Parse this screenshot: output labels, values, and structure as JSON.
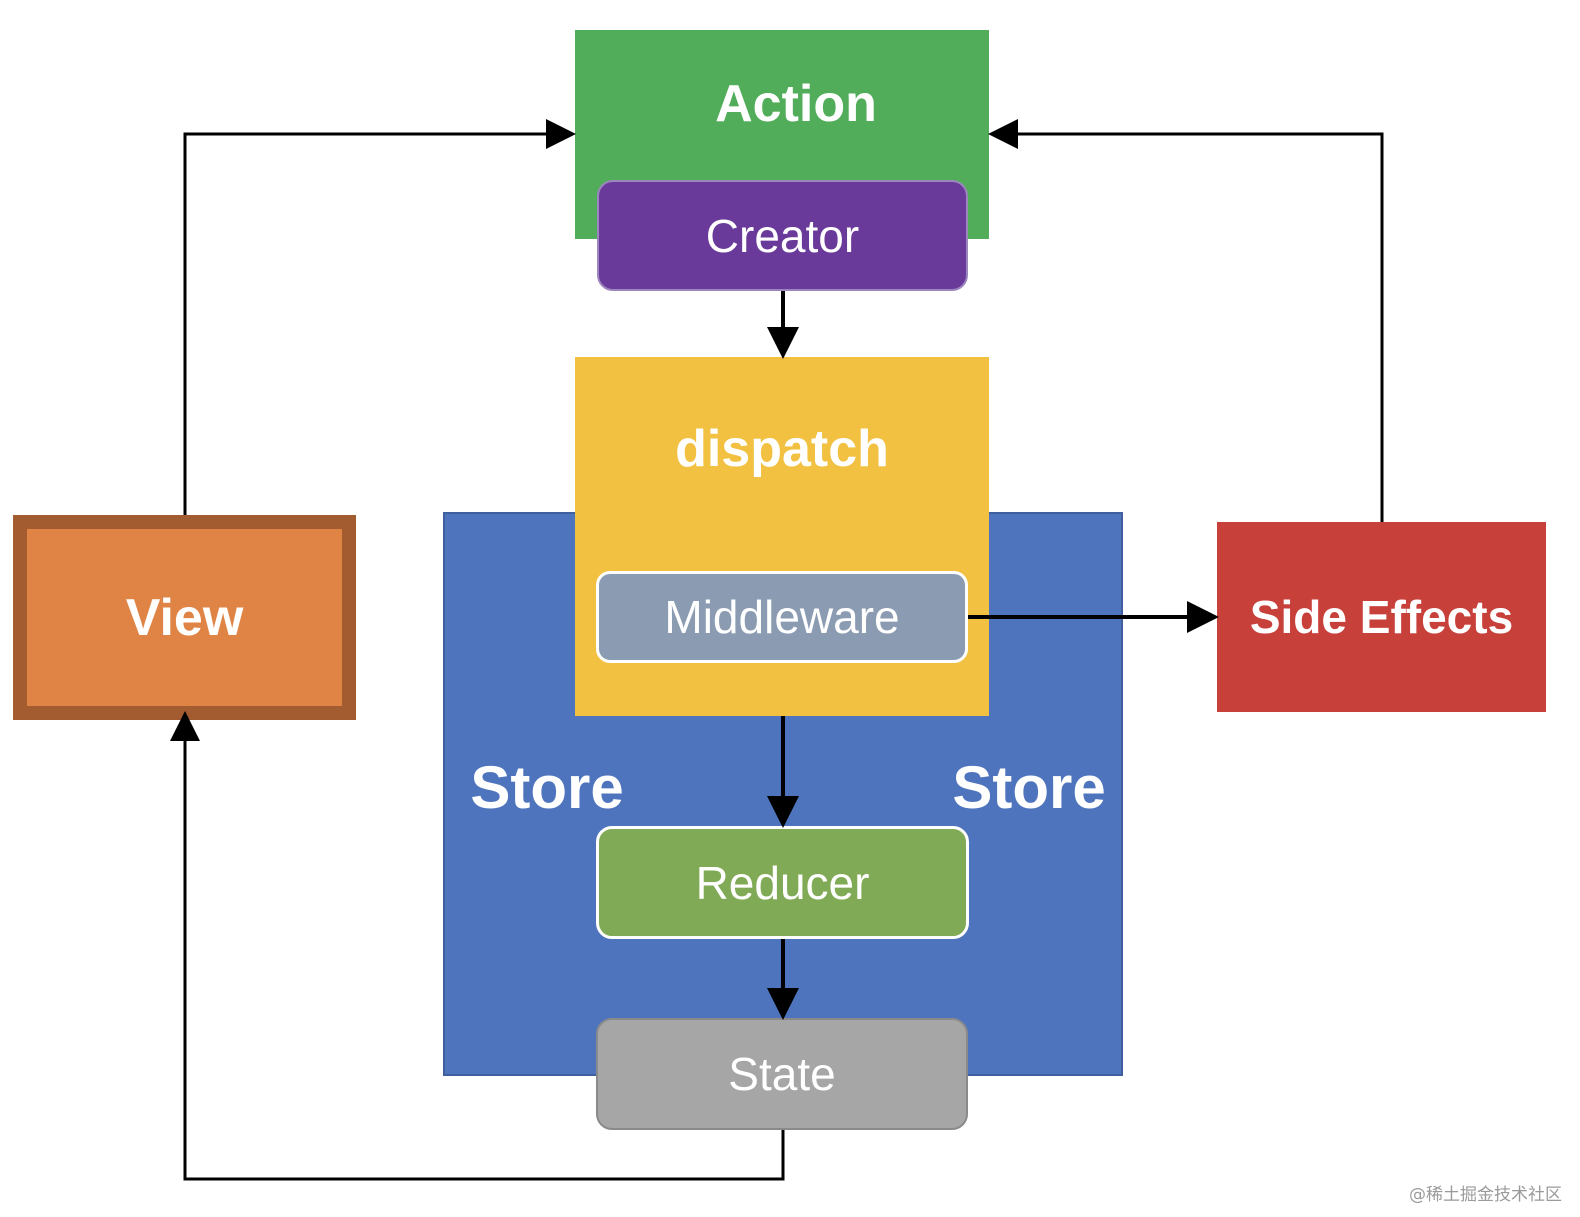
{
  "nodes": {
    "action": {
      "label": "Action",
      "color": "#52AD5B"
    },
    "creator": {
      "label": "Creator",
      "color": "#6A3A9A"
    },
    "dispatch": {
      "label": "dispatch",
      "color": "#F2C142"
    },
    "middleware": {
      "label": "Middleware",
      "color": "#8A9BB2"
    },
    "store": {
      "label_left": "Store",
      "label_right": "Store",
      "color": "#4E74BD"
    },
    "reducer": {
      "label": "Reducer",
      "color": "#80AA55"
    },
    "state": {
      "label": "State",
      "color": "#A6A6A6"
    },
    "view": {
      "label": "View",
      "color": "#E08446",
      "border_color": "#A35B30"
    },
    "side_effects": {
      "label": "Side Effects",
      "color": "#C8403A"
    }
  },
  "edges": [
    {
      "from": "creator",
      "to": "dispatch"
    },
    {
      "from": "dispatch",
      "to": "reducer"
    },
    {
      "from": "reducer",
      "to": "state"
    },
    {
      "from": "middleware",
      "to": "side_effects"
    },
    {
      "from": "side_effects",
      "to": "action"
    },
    {
      "from": "view",
      "to": "action"
    },
    {
      "from": "state",
      "to": "view"
    }
  ],
  "watermark": "@稀土掘金技术社区"
}
